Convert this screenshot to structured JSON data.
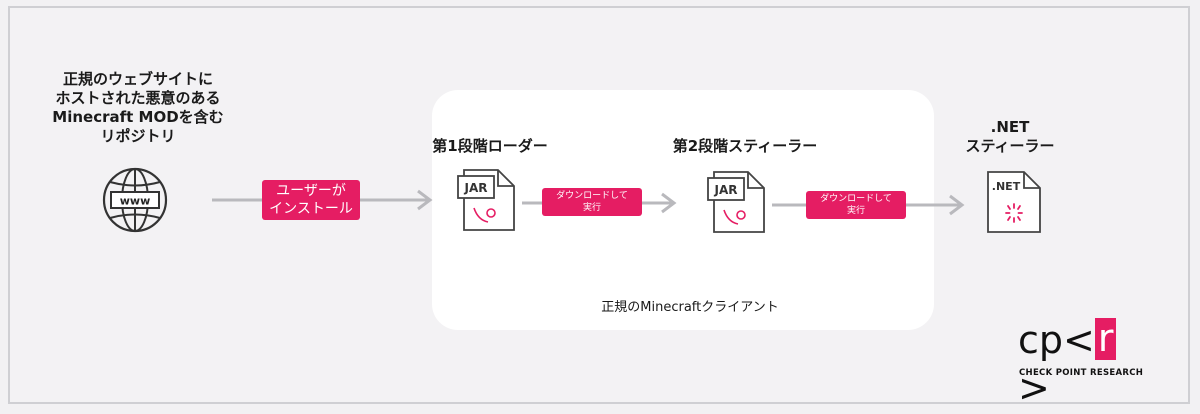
{
  "nodes": {
    "repo": {
      "label": "正規のウェブサイトに\nホストされた悪意のある\nMinecraft MODを含む\nリポジトリ",
      "icon_text": "www"
    },
    "stage1": {
      "label": "第1段階ローダー",
      "icon_text": "JAR"
    },
    "stage2": {
      "label": "第2段階スティーラー",
      "icon_text": "JAR"
    },
    "net": {
      "label": ".NET\nスティーラー",
      "icon_text": ".NET"
    }
  },
  "edges": {
    "install": {
      "label": "ユーザーが\nインストール"
    },
    "download1": {
      "label": "ダウンロードして\n実行"
    },
    "download2": {
      "label": "ダウンロードして\n実行"
    }
  },
  "group": {
    "label": "正規のMinecraftクライアント"
  },
  "logo": {
    "left": "cp<",
    "r": "r",
    "right": ">",
    "tagline": "CHECK POINT RESEARCH"
  },
  "colors": {
    "accent": "#e51d63",
    "arrow": "#b9b9bd",
    "background": "#f2f1f3"
  },
  "icons": {
    "repo": "globe-icon",
    "stage1": "jar-file-icon",
    "stage2": "jar-file-icon",
    "net": "dotnet-file-icon"
  }
}
